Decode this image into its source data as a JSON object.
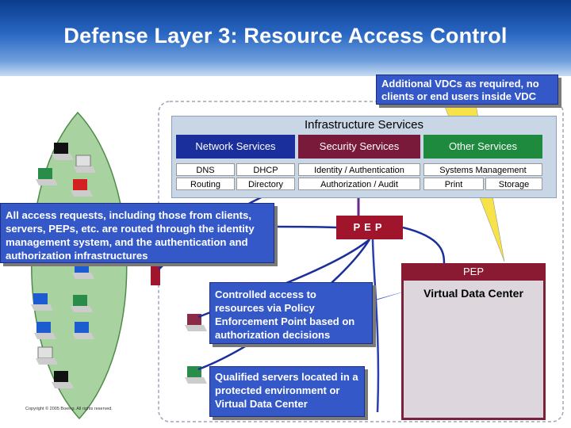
{
  "title": "Defense Layer 3: Resource Access Control",
  "callouts": {
    "vdc": "Additional VDCs as required, no clients or end users inside VDC",
    "access": "All access requests, including those from clients, servers, PEPs, etc. are routed through the identity management system, and the authentication and authorization infrastructures",
    "pep": "Controlled access to resources via Policy Enforcement Point based on authorization decisions",
    "servers": "Qualified servers located in a protected environment or Virtual Data Center"
  },
  "infrastructure": {
    "title": "Infrastructure Services",
    "network": {
      "header": "Network Services",
      "row1": [
        "DNS",
        "DHCP"
      ],
      "row2": [
        "Routing",
        "Directory"
      ]
    },
    "security": {
      "header": "Security Services",
      "row1": [
        "Identity / Authentication"
      ],
      "row2": [
        "Authorization / Audit"
      ]
    },
    "other": {
      "header": "Other Services",
      "row1": [
        "Systems Management"
      ],
      "row2": [
        "Print",
        "Storage"
      ]
    }
  },
  "pep_top": "PEP",
  "vdc": {
    "pep": "PEP",
    "label": "Virtual Data Center"
  },
  "copyright": "Copyright © 2005 Boeing. All rights reserved.",
  "colors": {
    "callout": "#3558c9",
    "network": "#1a2f9c",
    "security": "#7a1a3a",
    "other": "#1e8a3e",
    "pep": "#a0142c"
  }
}
